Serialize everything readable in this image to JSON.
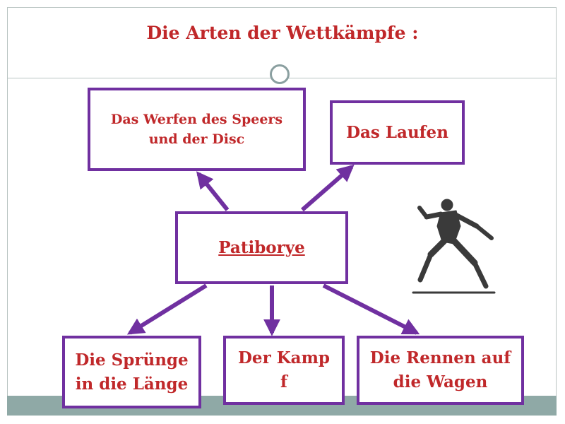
{
  "title": "Die Arten der Wettkämpfe :",
  "center": {
    "label": "Patiborye"
  },
  "top_boxes": {
    "werfen": {
      "line1": "Das Werfen des Speers",
      "line2": "und der Disc"
    },
    "laufen": {
      "label": "Das Laufen"
    }
  },
  "bottom_boxes": {
    "spruenge": {
      "line1": "Die Sprünge",
      "line2": "in die Länge"
    },
    "kampf": {
      "line1": "Der Kamp",
      "line2": "f"
    },
    "rennen": {
      "line1": "Die Rennen auf",
      "line2": "die Wagen"
    }
  },
  "image": {
    "icon": "ancient-runner-figure"
  },
  "colors": {
    "title": "#c0282a",
    "box_border": "#7030a0",
    "arrow": "#7030a0",
    "bar": "#8fa9a6"
  }
}
